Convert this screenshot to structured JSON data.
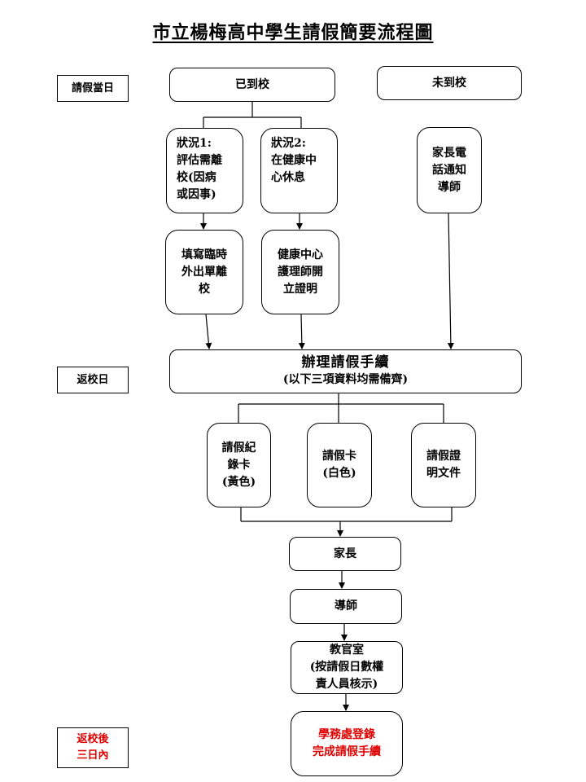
{
  "title": "市立楊梅高中學生請假簡要流程圖",
  "labels": {
    "day_of_leave": "請假當日",
    "return_day": "返校日",
    "within_three_days": "返校後\n三日內"
  },
  "nodes": {
    "arrived": "已到校",
    "not_arrived": "未到校",
    "case1": "狀況1:\n評估需離\n校(因病\n或因事)",
    "case2": "狀況2:\n在健康中\n心休息",
    "parent_notify": "家長電\n話通知\n導師",
    "fill_pass": "填寫臨時\n外出單離\n校",
    "nurse_cert": "健康中心\n護理師開\n立證明",
    "process_title": "辦理請假手續",
    "process_sub": "(以下三項資料均需備齊)",
    "record_card": "請假紀\n錄卡\n(黃色)",
    "leave_card": "請假卡\n(白色)",
    "proof_doc": "請假證\n明文件",
    "parent": "家長",
    "homeroom": "導師",
    "discipline_office": "教官室\n(按請假日數權\n責人員核示)",
    "registry": "學務處登錄\n完成請假手續"
  },
  "colors": {
    "highlight": "#e00000",
    "line": "#000000"
  }
}
